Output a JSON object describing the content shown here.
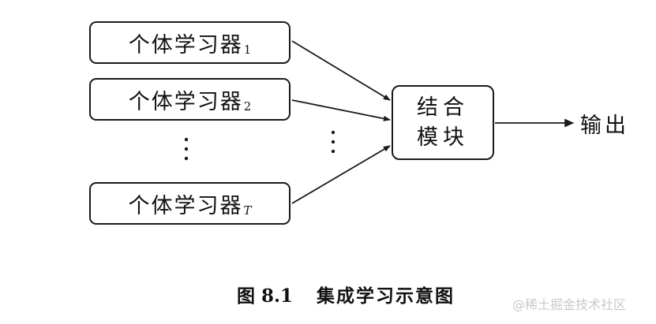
{
  "learners": [
    {
      "label": "个体学习器",
      "subscript": "1"
    },
    {
      "label": "个体学习器",
      "subscript": "2"
    },
    {
      "label": "个体学习器",
      "subscript": "T"
    }
  ],
  "combiner": {
    "line1": "结合",
    "line2": "模块"
  },
  "output": "输出",
  "caption": {
    "number": "图 8.1",
    "title": "集成学习示意图"
  },
  "watermark": "@稀土掘金技术社区"
}
